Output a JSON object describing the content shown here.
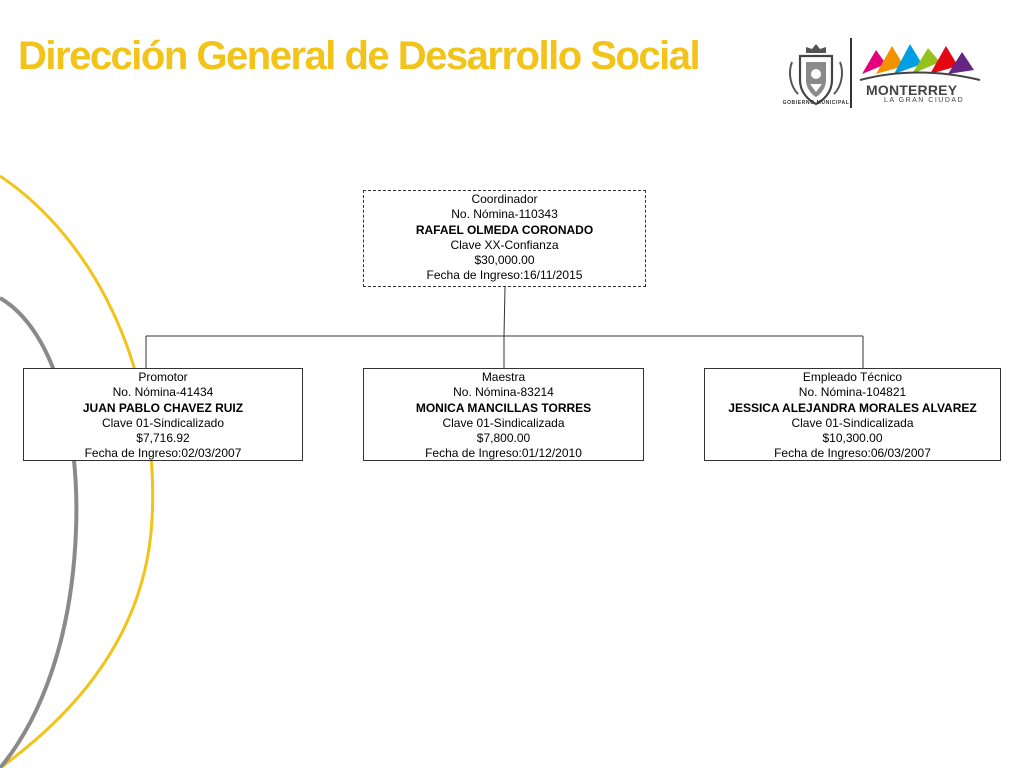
{
  "header": {
    "title": "Dirección General de Desarrollo Social",
    "title_color": "#F2C318"
  },
  "logos": {
    "crest": {
      "icon": "municipal-crest-icon",
      "caption": "GOBIERNO MUNICIPAL"
    },
    "city": {
      "icon": "monterrey-skyline-icon",
      "name": "MONTERREY",
      "tagline": "LA GRAN CIUDAD"
    }
  },
  "colors": {
    "yellow_arc": "#F2C318",
    "gray_arc": "#8A8A8A",
    "box_border": "#333333",
    "connector": "#333333"
  },
  "org": {
    "head": {
      "role": "Coordinador",
      "nomina": "No. Nómina-110343",
      "name": "RAFAEL OLMEDA CORONADO",
      "clave": "Clave XX-Confianza",
      "salary": "$30,000.00",
      "fecha": "Fecha de Ingreso:16/11/2015"
    },
    "staff": [
      {
        "role": "Promotor",
        "nomina": "No. Nómina-41434",
        "name": "JUAN PABLO CHAVEZ RUIZ",
        "clave": "Clave 01-Sindicalizado",
        "salary": "$7,716.92",
        "fecha": "Fecha de Ingreso:02/03/2007"
      },
      {
        "role": "Maestra",
        "nomina": "No. Nómina-83214",
        "name": "MONICA MANCILLAS TORRES",
        "clave": "Clave 01-Sindicalizada",
        "salary": "$7,800.00",
        "fecha": "Fecha de Ingreso:01/12/2010"
      },
      {
        "role": "Empleado Técnico",
        "nomina": "No. Nómina-104821",
        "name": "JESSICA ALEJANDRA MORALES ALVAREZ",
        "clave": "Clave 01-Sindicalizada",
        "salary": "$10,300.00",
        "fecha": "Fecha de Ingreso:06/03/2007"
      }
    ]
  }
}
